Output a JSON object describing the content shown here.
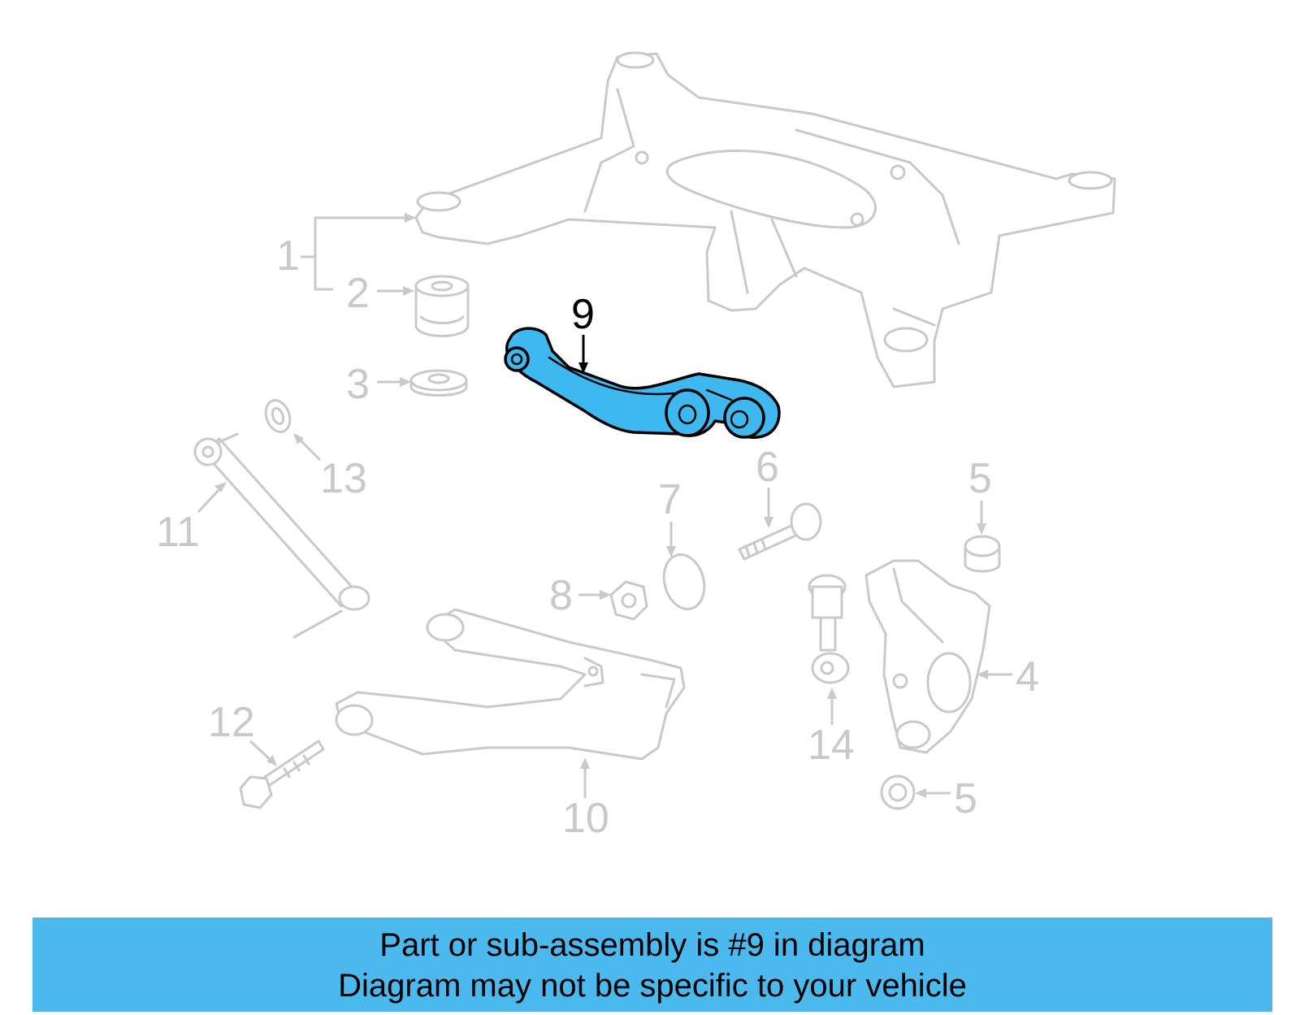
{
  "diagram": {
    "highlight_color": "#3fb8f0",
    "part_outline_color": "#c9c9c9",
    "highlighted_callout": "9",
    "callouts": {
      "c1": "1",
      "c2": "2",
      "c3": "3",
      "c4": "4",
      "c5a": "5",
      "c5b": "5",
      "c6": "6",
      "c7": "7",
      "c8": "8",
      "c9": "9",
      "c10": "10",
      "c11": "11",
      "c12": "12",
      "c13": "13",
      "c14": "14"
    }
  },
  "banner": {
    "color": "#4cb9ee",
    "line1": "Part or sub-assembly is #9 in diagram",
    "line2": "Diagram may not be specific to your vehicle"
  }
}
